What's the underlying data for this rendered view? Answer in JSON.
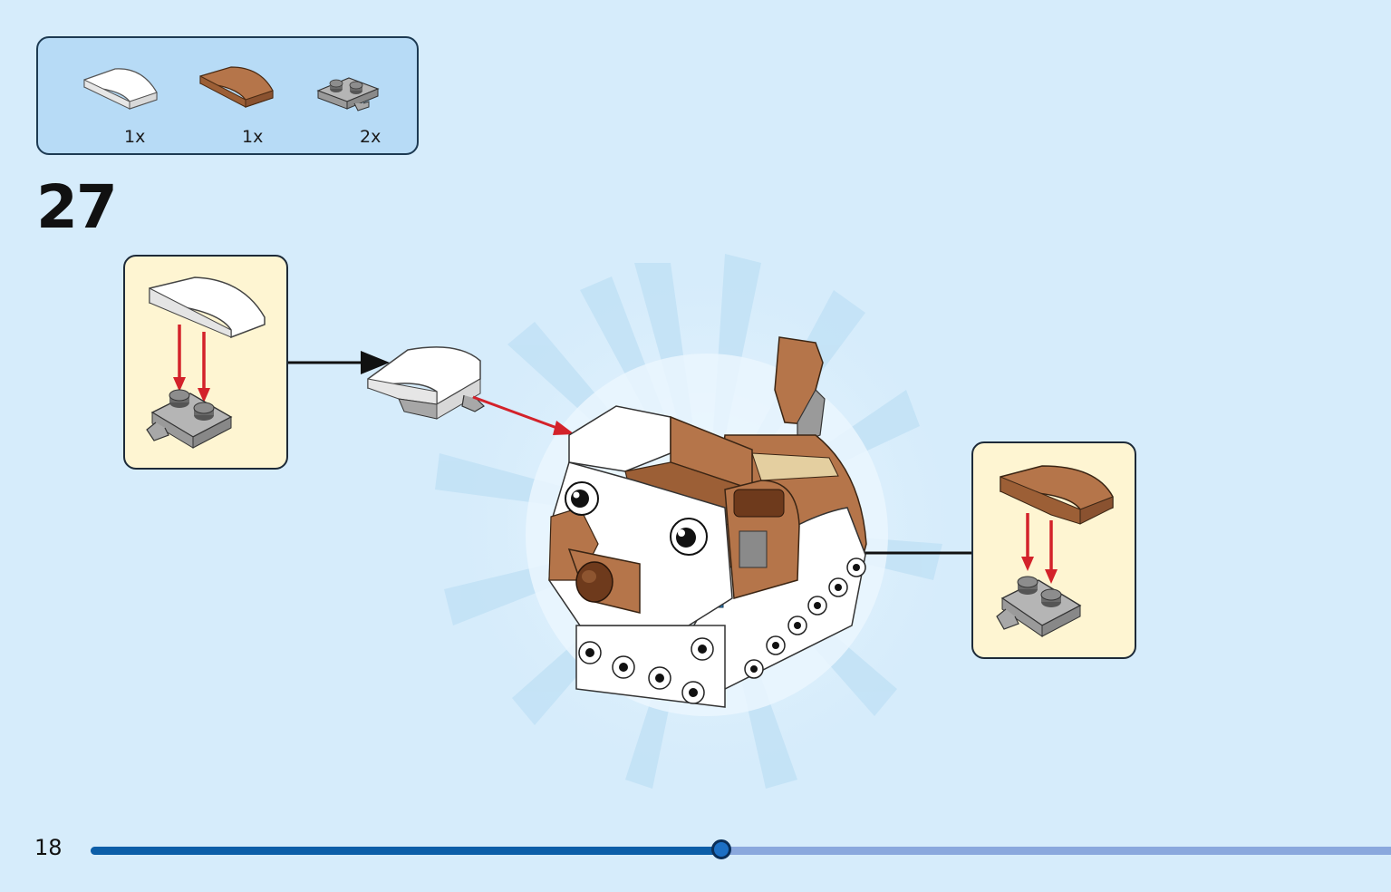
{
  "step": {
    "number": "27",
    "page_number": "18",
    "progress_fraction": 0.485
  },
  "parts": [
    {
      "name": "white-curved-slope",
      "color": "#ffffff",
      "quantity": "1x"
    },
    {
      "name": "brown-curved-slope",
      "color": "#b5754a",
      "quantity": "1x"
    },
    {
      "name": "gray-plate-with-clip",
      "color": "#a3a3a3",
      "quantity": "2x"
    }
  ],
  "colors": {
    "background": "#d6ecfb",
    "parts_box": "#b7dbf6",
    "sub_box": "#fef5d2",
    "arrow_red": "#d3222a",
    "progress_done": "#0c5ea8",
    "progress_todo": "#8aa8dd"
  }
}
